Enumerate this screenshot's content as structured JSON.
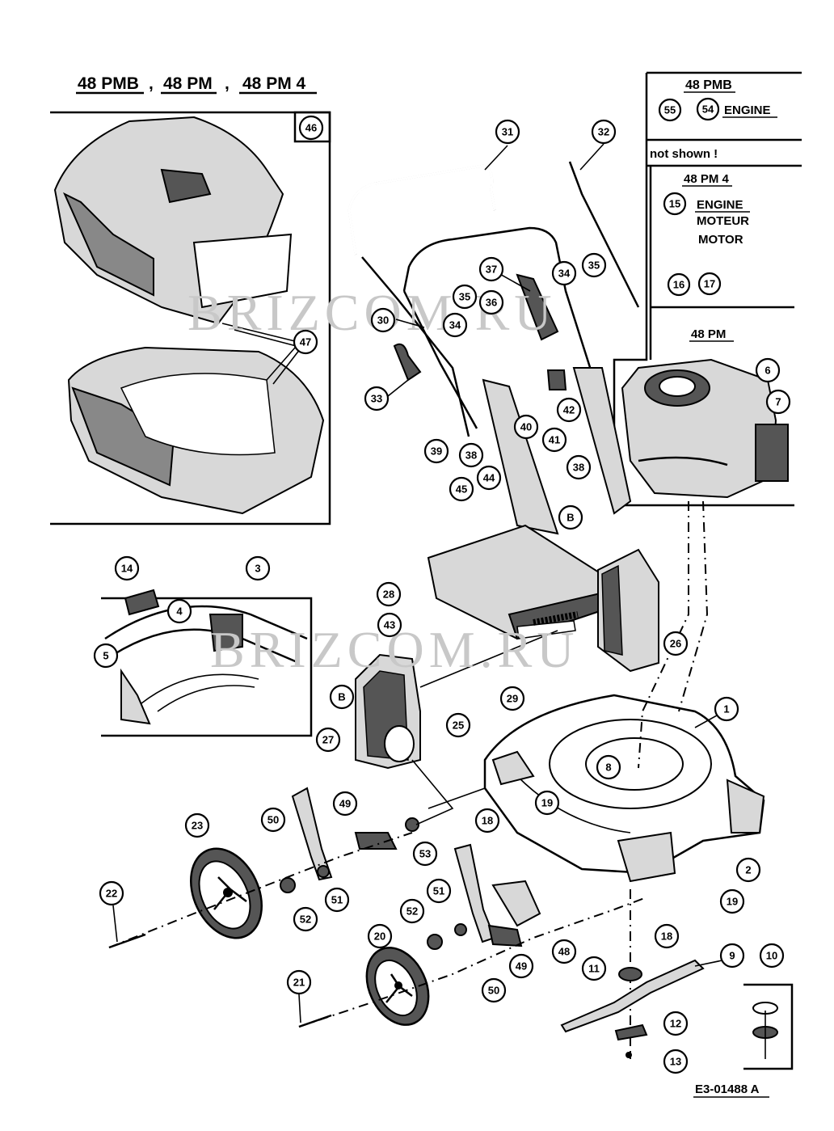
{
  "header": {
    "model1": "48 PMB",
    "sep1": ",",
    "model2": "48 PM",
    "sep2": ",",
    "model3": "48 PM 4"
  },
  "legend": {
    "sec1_title": "48 PMB",
    "sec1_ref_a": "55",
    "sec1_ref_b": "54",
    "sec1_label": "ENGINE",
    "not_shown": "not shown !",
    "sec2_title": "48 PM 4",
    "sec2_ref": "15",
    "sec2_label1": "ENGINE",
    "sec2_label2": "MOTEUR",
    "sec2_label3": "MOTOR",
    "sec2_ref_c": "16",
    "sec2_ref_d": "17",
    "sec3_title": "48 PM"
  },
  "watermark": {
    "text1": "BRIZCOM.RU",
    "text2": "BRIZCOM.RU"
  },
  "drawing_code": "E3-01488 A",
  "callouts": [
    "46",
    "47",
    "31",
    "32",
    "37",
    "34",
    "35",
    "35",
    "36",
    "30",
    "34",
    "33",
    "39",
    "38",
    "40",
    "41",
    "42",
    "38",
    "44",
    "45",
    "B",
    "6",
    "7",
    "14",
    "3",
    "4",
    "5",
    "28",
    "43",
    "26",
    "29",
    "B",
    "25",
    "27",
    "1",
    "8",
    "18",
    "19",
    "23",
    "50",
    "49",
    "53",
    "2",
    "22",
    "51",
    "52",
    "51",
    "52",
    "19",
    "18",
    "48",
    "20",
    "49",
    "50",
    "11",
    "9",
    "10",
    "12",
    "13",
    "21"
  ]
}
